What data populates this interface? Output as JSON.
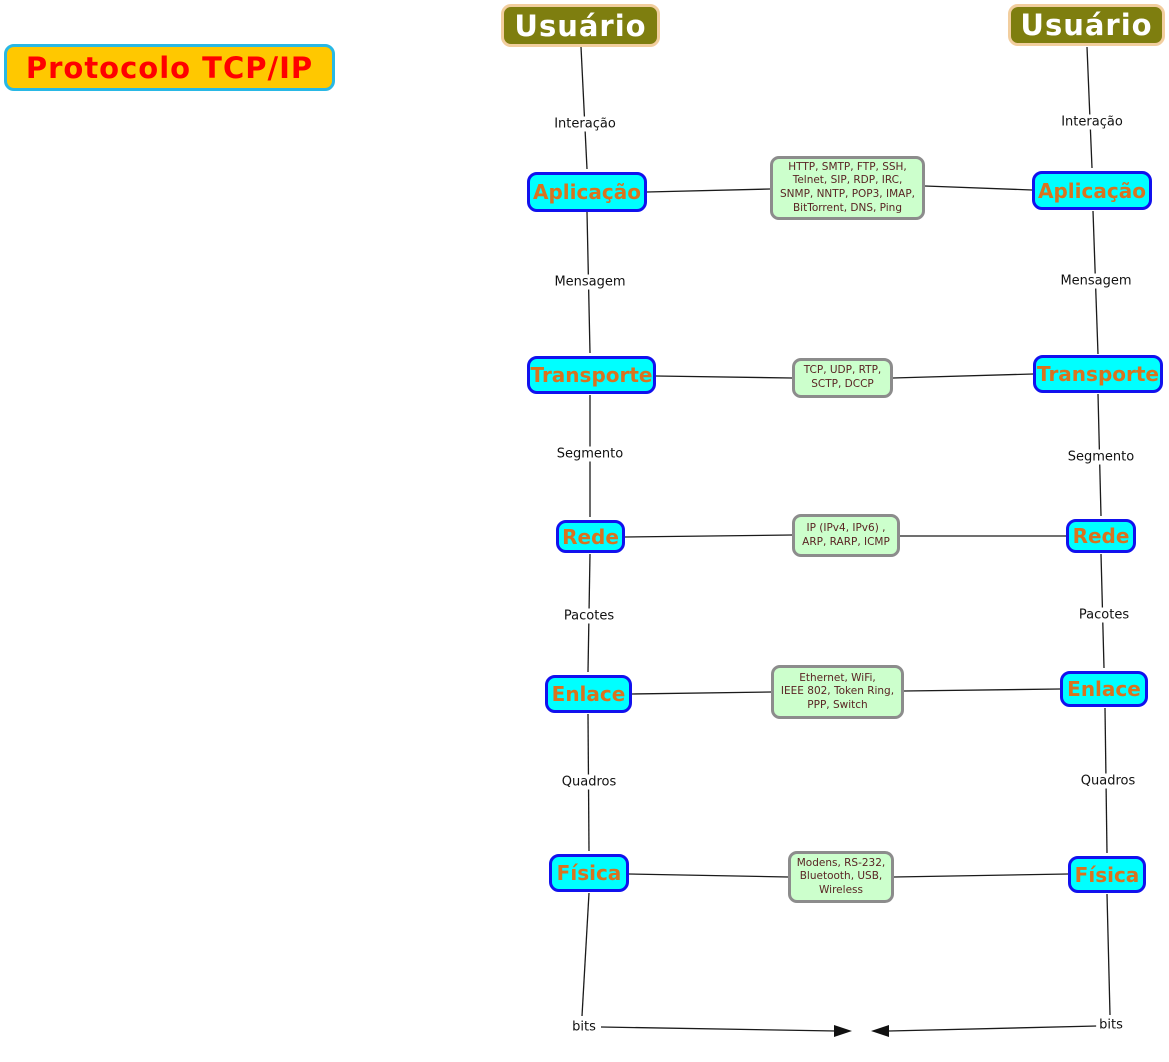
{
  "title": "Protocolo TCP/IP",
  "user_label": "Usuário",
  "layers": [
    "Aplicação",
    "Transporte",
    "Rede",
    "Enlace",
    "Física"
  ],
  "edge_labels": {
    "interacao": "Interação",
    "mensagem": "Mensagem",
    "segmento": "Segmento",
    "pacotes": "Pacotes",
    "quadros": "Quadros",
    "bits": "bits"
  },
  "protocols": [
    {
      "name": "application-protocols",
      "lines": [
        "HTTP, SMTP, FTP, SSH,",
        "Telnet, SIP, RDP, IRC,",
        "SNMP, NNTP, POP3, IMAP,",
        "BitTorrent, DNS, Ping"
      ]
    },
    {
      "name": "transport-protocols",
      "lines": [
        "TCP, UDP, RTP,",
        "SCTP, DCCP"
      ]
    },
    {
      "name": "network-protocols",
      "lines": [
        "IP (IPv4, IPv6) ,",
        "ARP, RARP, ICMP"
      ]
    },
    {
      "name": "link-protocols",
      "lines": [
        "Ethernet, WiFi,",
        "IEEE 802, Token Ring,",
        "PPP, Switch"
      ]
    },
    {
      "name": "physical-protocols",
      "lines": [
        "Modens, RS-232,",
        "Bluetooth, USB,",
        "Wireless"
      ]
    }
  ],
  "colors": {
    "title_bg": "#FFC800",
    "title_border": "#29B8E5",
    "title_text": "#FF0000",
    "user_bg": "#7E7E0F",
    "user_border": "#F2CE9E",
    "user_text": "#FFFFFF",
    "layer_bg": "#00FFFF",
    "layer_border": "#1111EE",
    "layer_text": "#D9731F",
    "protocol_bg": "#CCFFCC",
    "protocol_border": "#8C8C8C",
    "protocol_text": "#5A2424",
    "line": "#1A1A1A"
  }
}
